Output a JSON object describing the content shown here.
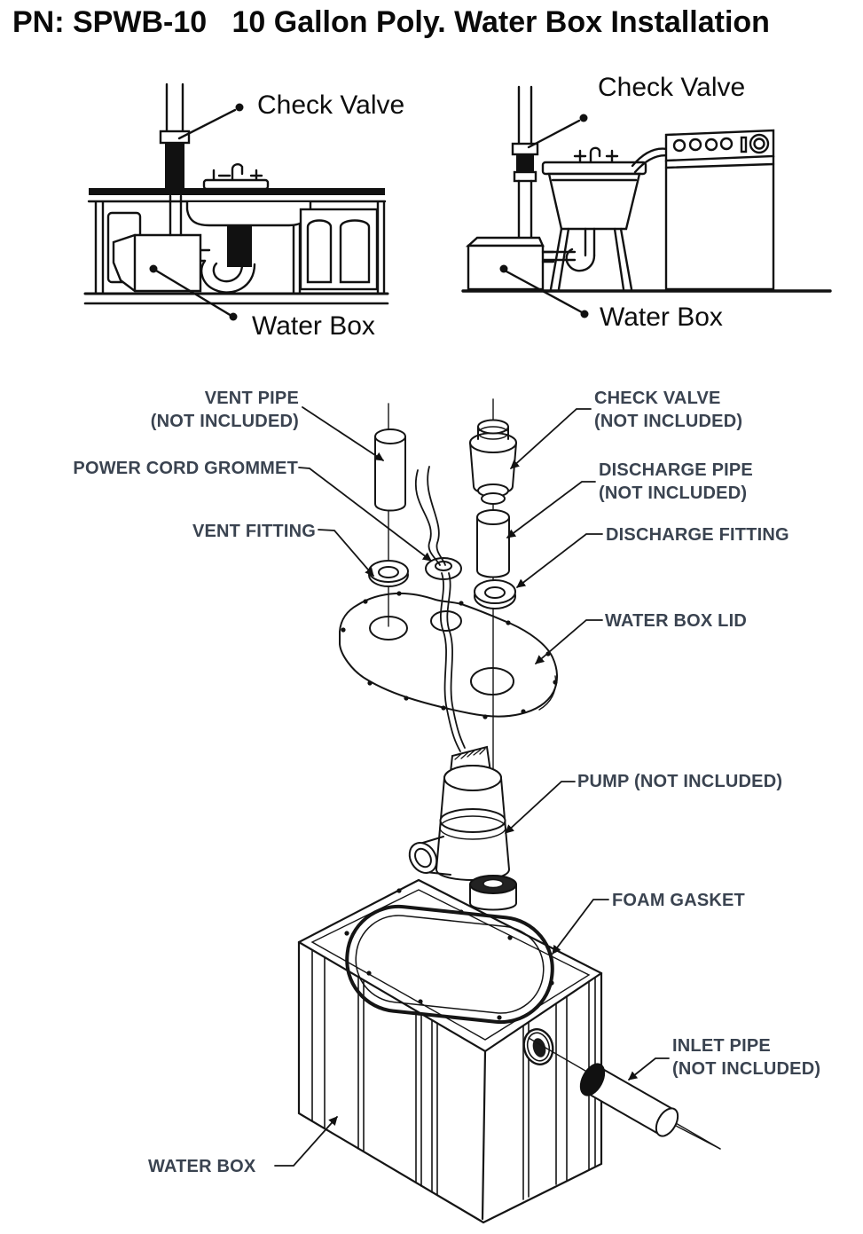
{
  "title": "PN: SPWB-10   10 Gallon Poly. Water Box Installation",
  "colors": {
    "ink": "#111111",
    "label_ink": "#3a4350"
  },
  "top_left_diagram": {
    "description": "under-sink cabinet installation",
    "check_valve_label": "Check Valve",
    "water_box_label": "Water Box"
  },
  "top_right_diagram": {
    "description": "laundry tub and washing machine installation",
    "check_valve_label": "Check Valve",
    "water_box_label": "Water Box"
  },
  "exploded_diagram": {
    "labels": {
      "vent_pipe_line1": "VENT PIPE",
      "vent_pipe_line2": "(NOT INCLUDED)",
      "power_cord_grommet": "POWER CORD GROMMET",
      "vent_fitting": "VENT FITTING",
      "check_valve_line1": "CHECK VALVE",
      "check_valve_line2": "(NOT INCLUDED)",
      "discharge_pipe_line1": "DISCHARGE PIPE",
      "discharge_pipe_line2": "(NOT INCLUDED)",
      "discharge_fitting": "DISCHARGE FITTING",
      "water_box_lid": "WATER BOX LID",
      "pump": "PUMP (NOT INCLUDED)",
      "foam_gasket": "FOAM GASKET",
      "inlet_pipe_line1": "INLET PIPE",
      "inlet_pipe_line2": "(NOT INCLUDED)",
      "water_box": "WATER BOX"
    }
  }
}
